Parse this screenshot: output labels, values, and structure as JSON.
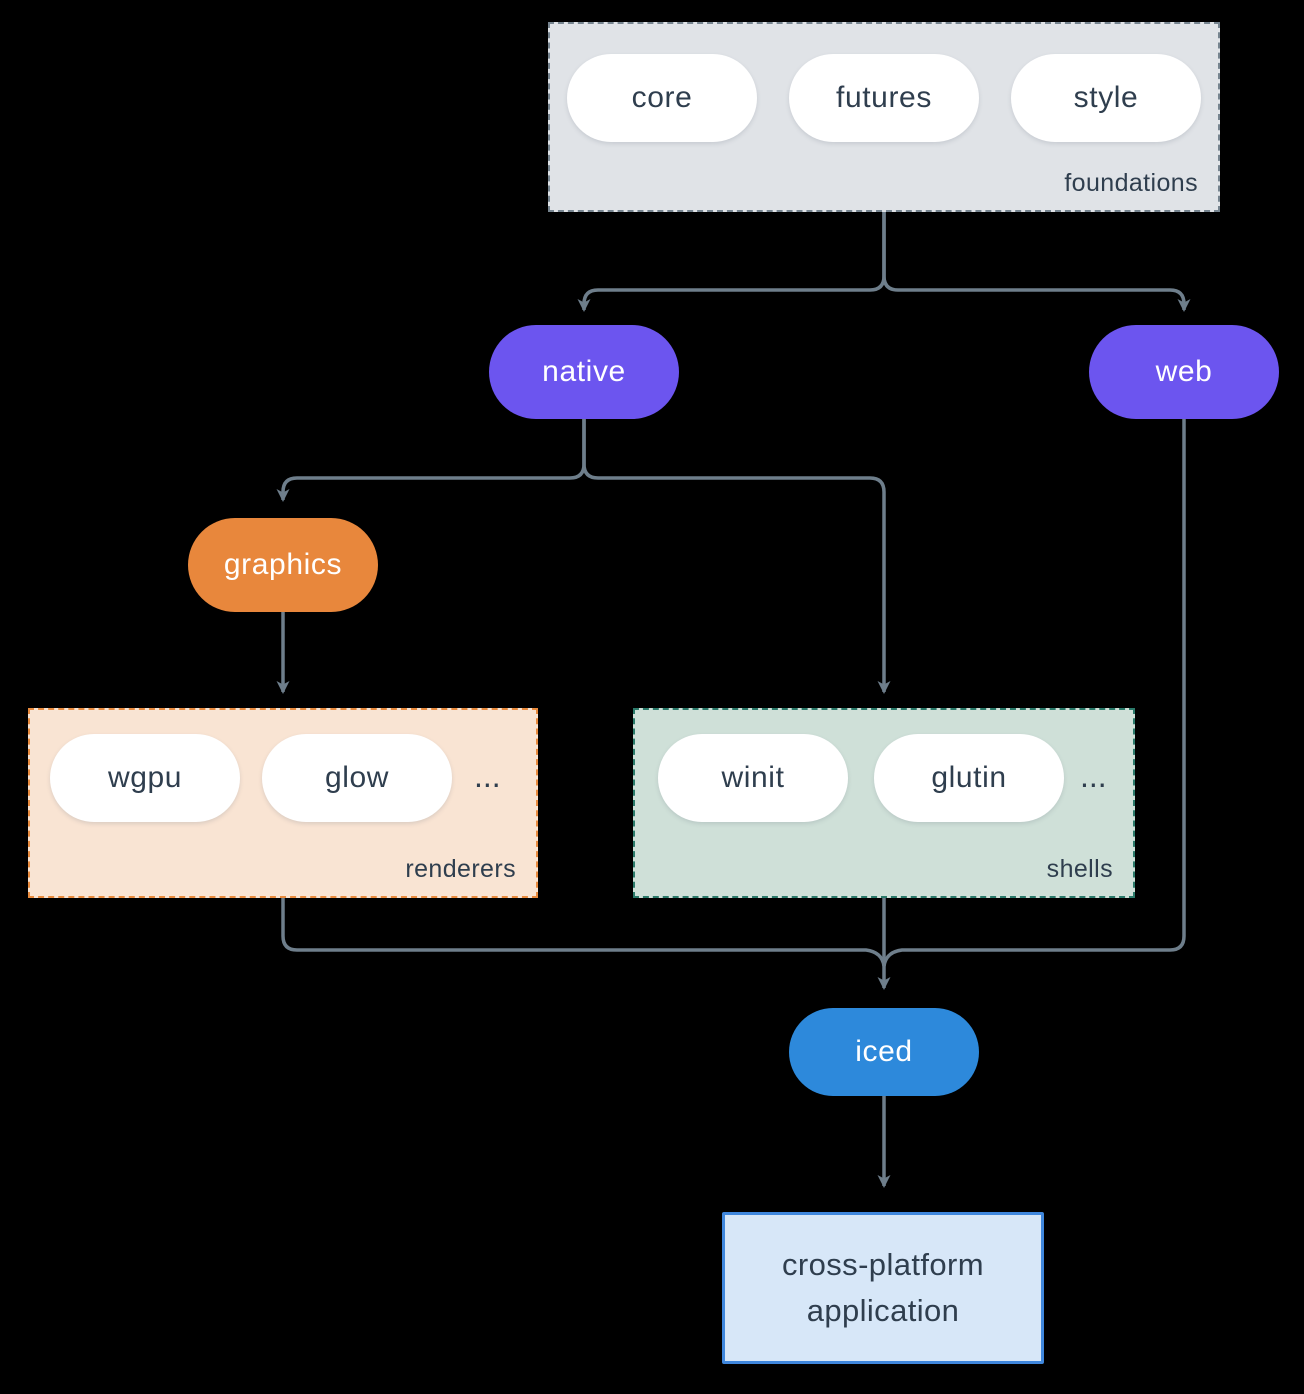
{
  "colors": {
    "background": "#000000",
    "edge": "#6E7E8B",
    "text-dark": "#2F3E4E",
    "text-light": "#FFFFFF",
    "node-purple": "#6C55EF",
    "node-orange": "#E8873C",
    "node-blue": "#2D89DB",
    "node-white": "#FFFFFF",
    "foundations-fill": "#E0E3E7",
    "foundations-border": "#76848F",
    "renderers-fill": "#F9E4D3",
    "renderers-border": "#E98B3E",
    "shells-fill": "#CFE0D8",
    "shells-border": "#2B7A6A",
    "application-fill": "#D7E7F8",
    "application-border": "#3F87DD"
  },
  "groups": {
    "foundations": {
      "label": "foundations",
      "items": [
        {
          "label": "core"
        },
        {
          "label": "futures"
        },
        {
          "label": "style"
        }
      ]
    },
    "renderers": {
      "label": "renderers",
      "items": [
        {
          "label": "wgpu"
        },
        {
          "label": "glow"
        }
      ],
      "ellipsis": "..."
    },
    "shells": {
      "label": "shells",
      "items": [
        {
          "label": "winit"
        },
        {
          "label": "glutin"
        }
      ],
      "ellipsis": "..."
    }
  },
  "nodes": {
    "native": {
      "label": "native"
    },
    "web": {
      "label": "web"
    },
    "graphics": {
      "label": "graphics"
    },
    "iced": {
      "label": "iced"
    },
    "application": {
      "label": "cross-platform application"
    }
  },
  "edges": [
    {
      "from": "foundations",
      "to": "native"
    },
    {
      "from": "foundations",
      "to": "web"
    },
    {
      "from": "native",
      "to": "graphics"
    },
    {
      "from": "native",
      "to": "shells"
    },
    {
      "from": "graphics",
      "to": "renderers"
    },
    {
      "from": "renderers",
      "to": "iced"
    },
    {
      "from": "shells",
      "to": "iced"
    },
    {
      "from": "web",
      "to": "iced"
    },
    {
      "from": "iced",
      "to": "application"
    }
  ]
}
